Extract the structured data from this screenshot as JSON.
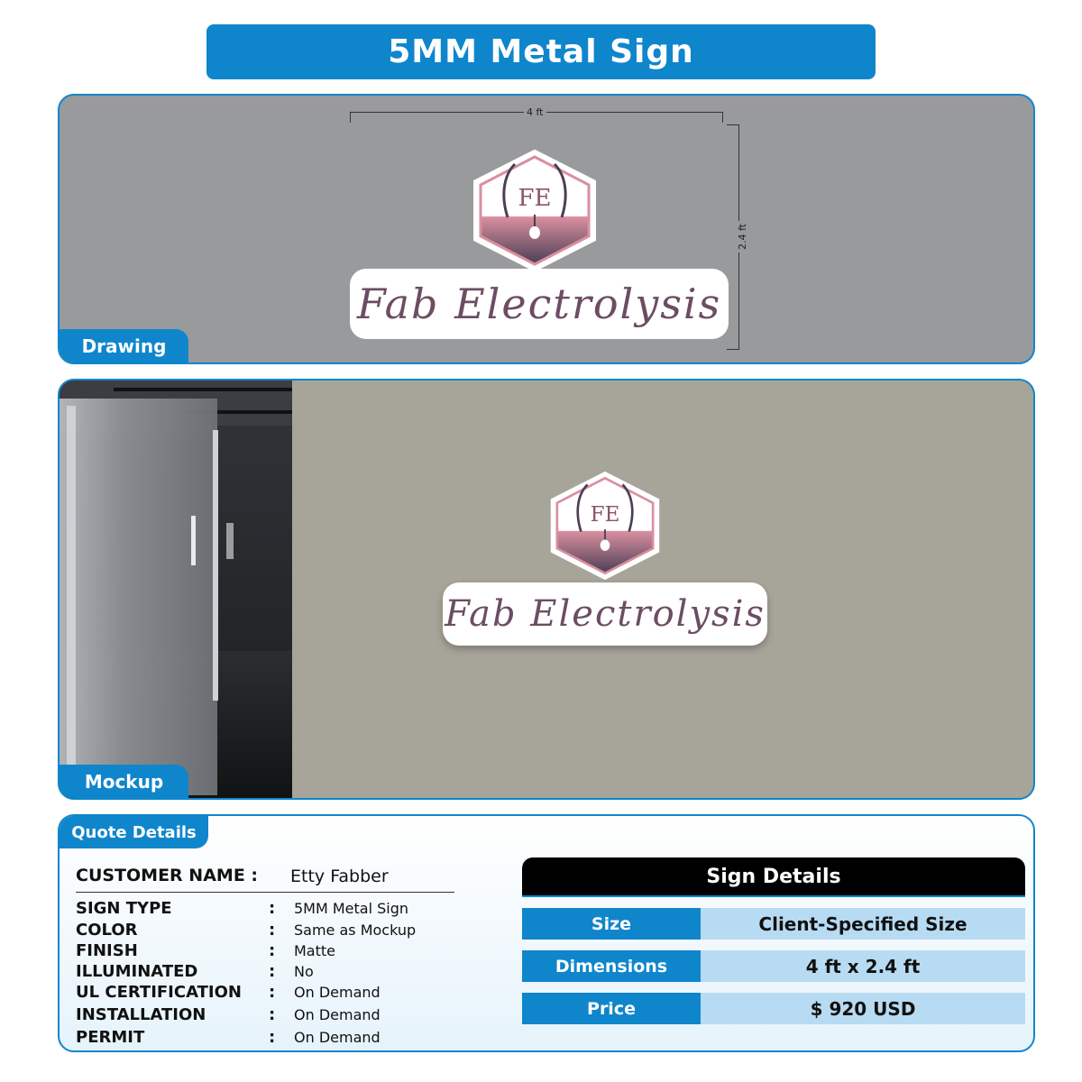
{
  "title": "5MM Metal Sign",
  "drawing": {
    "tag": "Drawing",
    "width_label": "4 ft",
    "height_label": "2.4 ft"
  },
  "mockup": {
    "tag": "Mockup"
  },
  "logo": {
    "monogram": "FE",
    "script_text": "Fab Electrolysis"
  },
  "colors": {
    "accent": "#0f86cc",
    "logo_pink": "#dca0ae",
    "logo_plum": "#4b3e55"
  },
  "quote": {
    "tag": "Quote Details",
    "customer_label": "CUSTOMER NAME :",
    "customer_value": "Etty Fabber",
    "rows": [
      {
        "label": "SIGN TYPE",
        "value": "5MM Metal Sign"
      },
      {
        "label": "COLOR",
        "value": "Same as Mockup"
      },
      {
        "label": "FINISH",
        "value": "Matte"
      },
      {
        "label": "ILLUMINATED",
        "value": "No"
      },
      {
        "label": "UL CERTIFICATION",
        "value": "On Demand"
      },
      {
        "label": "INSTALLATION",
        "value": "On Demand"
      },
      {
        "label": "PERMIT",
        "value": "On Demand"
      }
    ],
    "colon": ":"
  },
  "sign_details": {
    "title": "Sign Details",
    "rows": [
      {
        "key": "Size",
        "value": "Client-Specified Size"
      },
      {
        "key": "Dimensions",
        "value": "4 ft x 2.4 ft"
      },
      {
        "key": "Price",
        "value": "$ 920 USD"
      }
    ]
  }
}
